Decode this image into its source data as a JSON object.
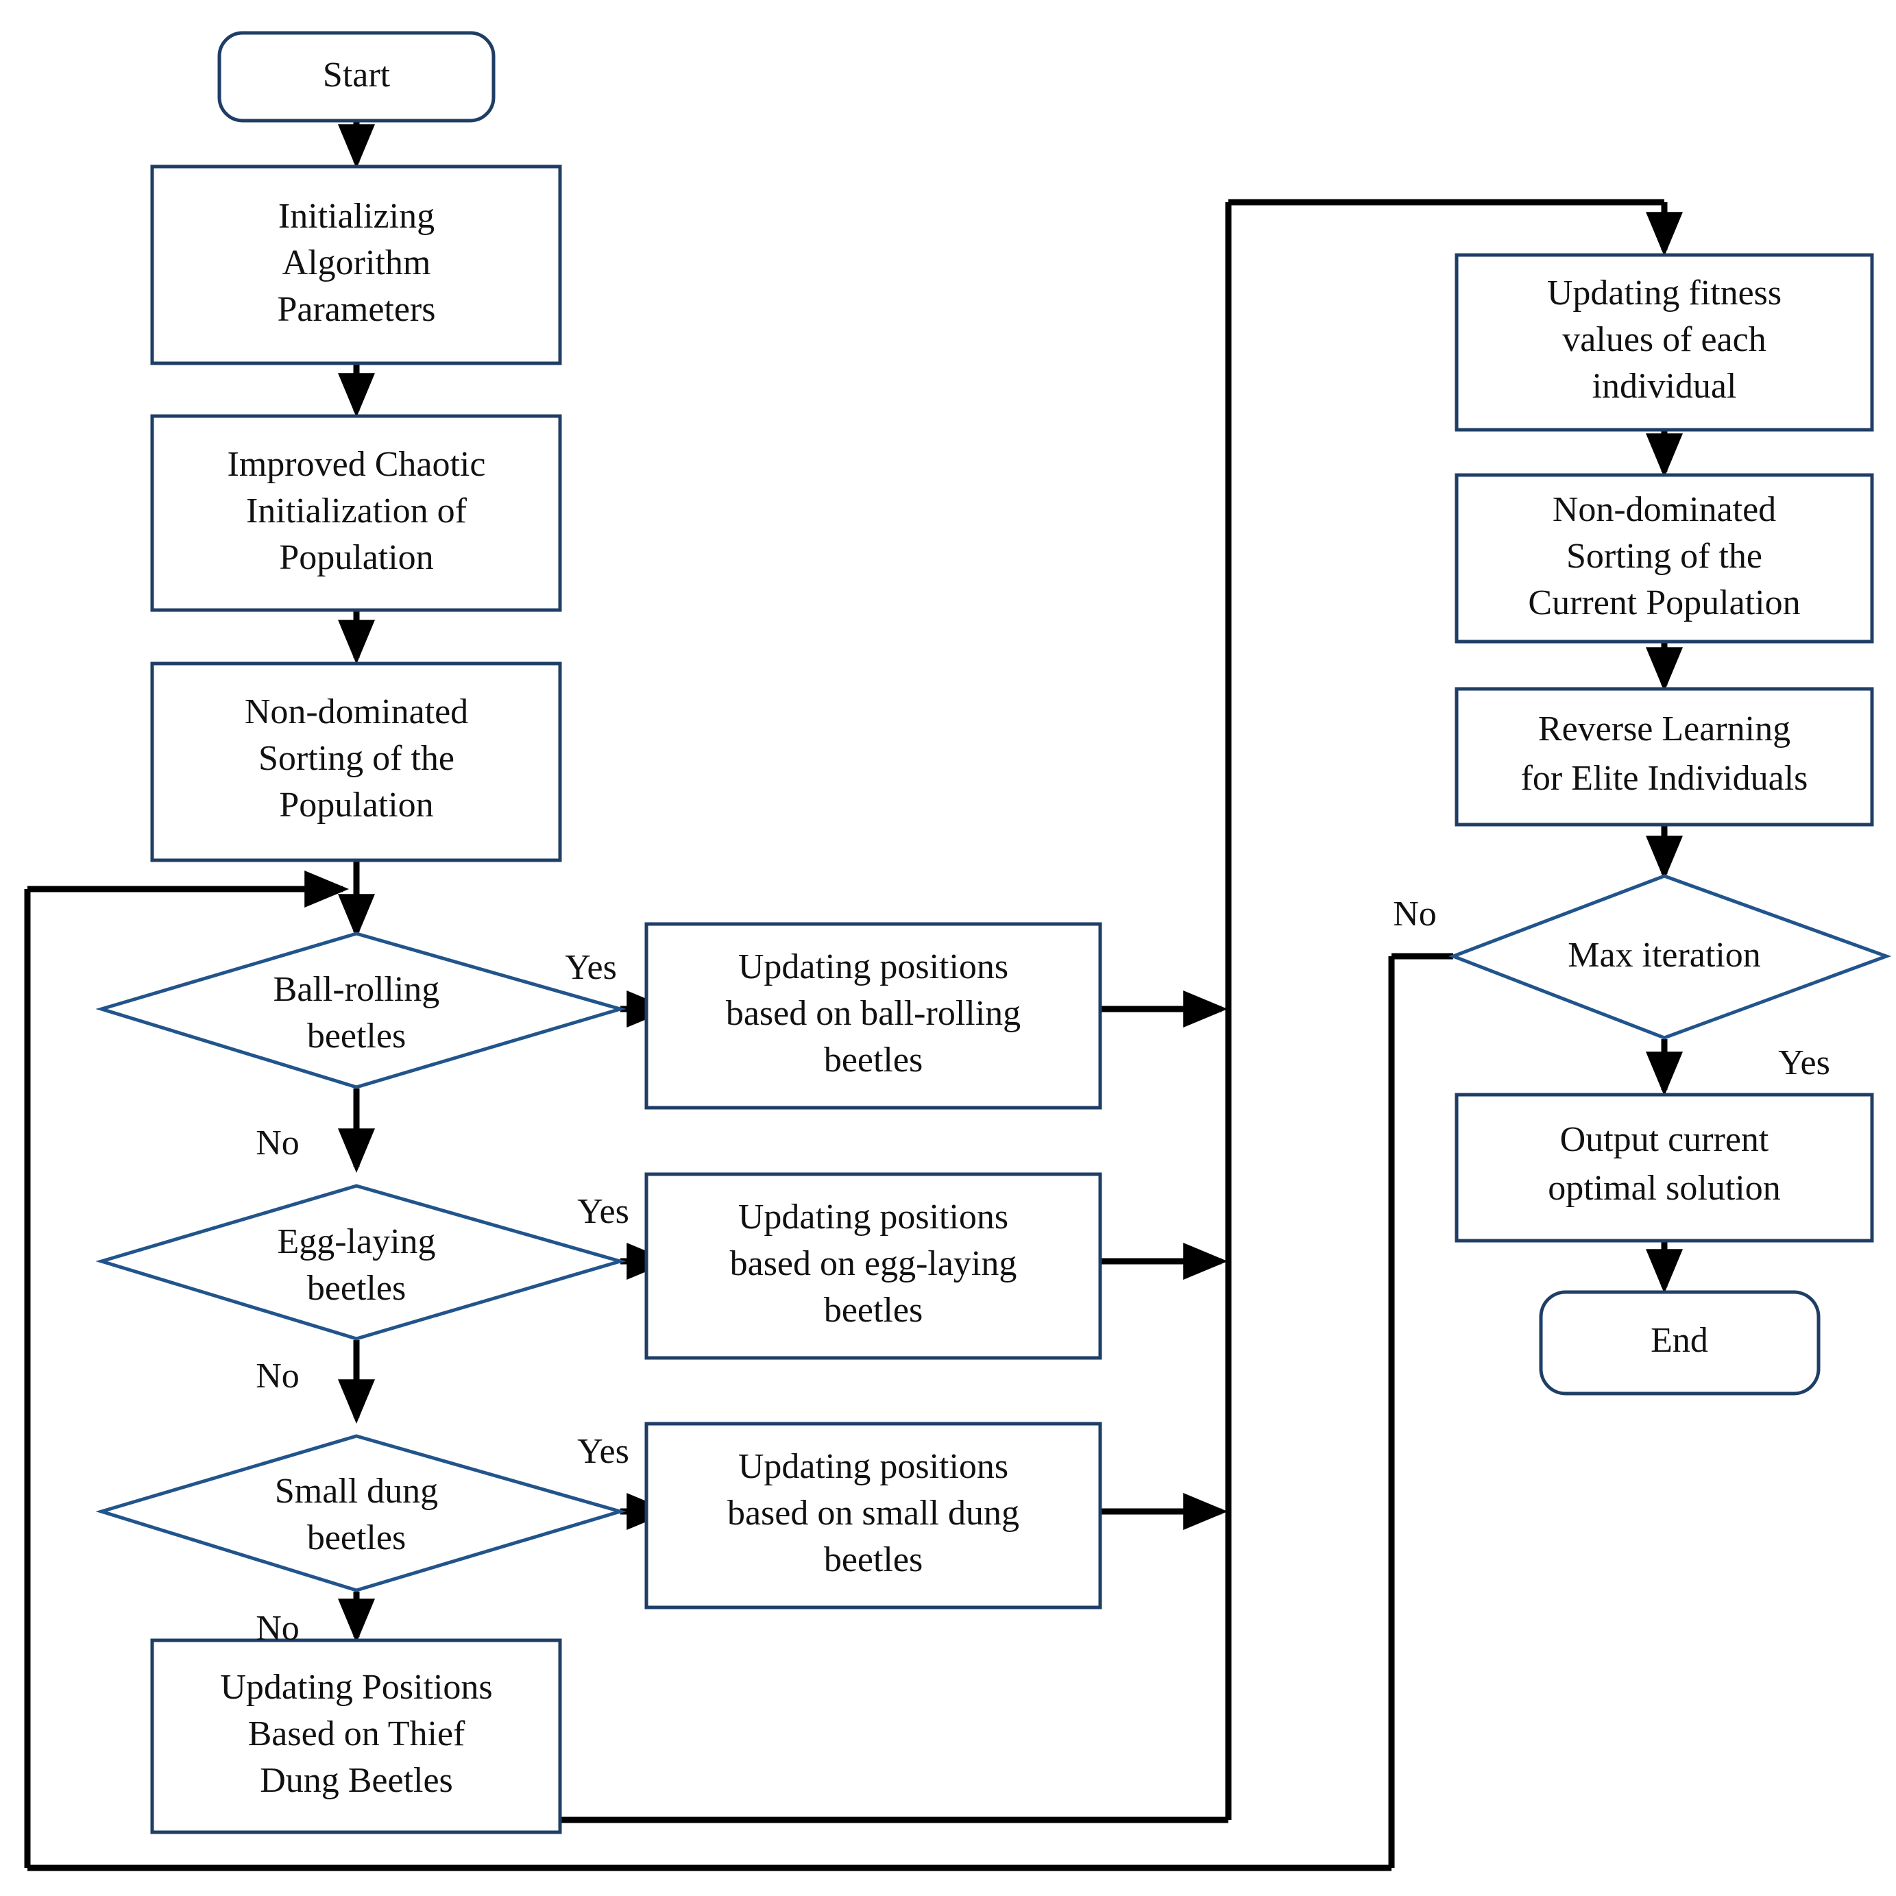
{
  "diagram": {
    "title": "Improved Multi-Objective Dung Beetle Optimizer Flowchart",
    "colors": {
      "box_border": "#1F3E66",
      "diamond_border": "#22548C",
      "connector": "#000000",
      "background": "#ffffff",
      "text": "#111111"
    },
    "nodes": {
      "start": {
        "label": "Start",
        "shape": "terminator"
      },
      "init_params": {
        "label": "Initializing\nAlgorithm\nParameters",
        "shape": "process"
      },
      "chaotic_init": {
        "label": "Improved Chaotic\nInitialization of\nPopulation",
        "shape": "process"
      },
      "nds_population": {
        "label": "Non-dominated\nSorting of the\nPopulation",
        "shape": "process"
      },
      "ball_rolling": {
        "label": "Ball-rolling\nbeetles",
        "shape": "decision"
      },
      "egg_laying": {
        "label": "Egg-laying\nbeetles",
        "shape": "decision"
      },
      "small_dung": {
        "label": "Small dung\nbeetles",
        "shape": "decision"
      },
      "update_ball_rolling": {
        "label": "Updating positions\nbased on ball-rolling\nbeetles",
        "shape": "process"
      },
      "update_egg_laying": {
        "label": "Updating positions\nbased on egg-laying\nbeetles",
        "shape": "process"
      },
      "update_small_dung": {
        "label": "Updating positions\nbased on small dung\nbeetles",
        "shape": "process"
      },
      "update_thief": {
        "label": "Updating Positions\nBased on Thief\nDung Beetles",
        "shape": "process"
      },
      "update_fitness": {
        "label": "Updating fitness\nvalues of each\nindividual",
        "shape": "process"
      },
      "nds_current": {
        "label": "Non-dominated\nSorting of the\nCurrent Population",
        "shape": "process"
      },
      "reverse_learning": {
        "label": "Reverse Learning\nfor Elite Individuals",
        "shape": "process"
      },
      "max_iteration": {
        "label": "Max iteration",
        "shape": "decision"
      },
      "output_optimal": {
        "label": "Output current\noptimal solution",
        "shape": "process"
      },
      "end": {
        "label": "End",
        "shape": "terminator"
      }
    },
    "edge_labels": {
      "ball_rolling_yes": "Yes",
      "ball_rolling_no": "No",
      "egg_laying_yes": "Yes",
      "egg_laying_no": "No",
      "small_dung_yes": "Yes",
      "small_dung_no": "No",
      "max_iteration_no": "No",
      "max_iteration_yes": "Yes"
    }
  }
}
